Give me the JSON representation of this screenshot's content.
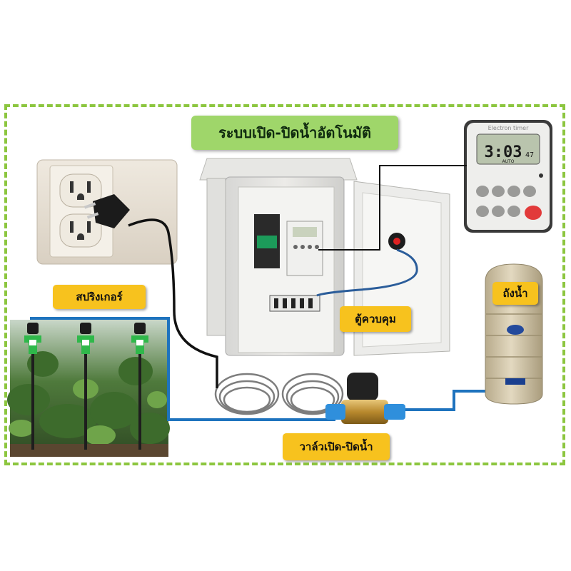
{
  "title": "ระบบเปิด-ปิดน้ำอัตโนมัติ",
  "labels": {
    "sprinkler": "สปริงเกอร์",
    "control_box": "ตู้ควบคุม",
    "water_tank": "ถังน้ำ",
    "valve": "วาล์วเปิด-ปิดน้ำ"
  },
  "timer": {
    "brand_text": "Electron timer",
    "display": "3:03",
    "display_seconds": "47",
    "display_mode": "AUTO"
  },
  "colors": {
    "frame": "#8cc63f",
    "title_bg": "#9fd66a",
    "label_bg": "#f7c21e",
    "pipe": "#1e73be",
    "wire": "#111111"
  }
}
